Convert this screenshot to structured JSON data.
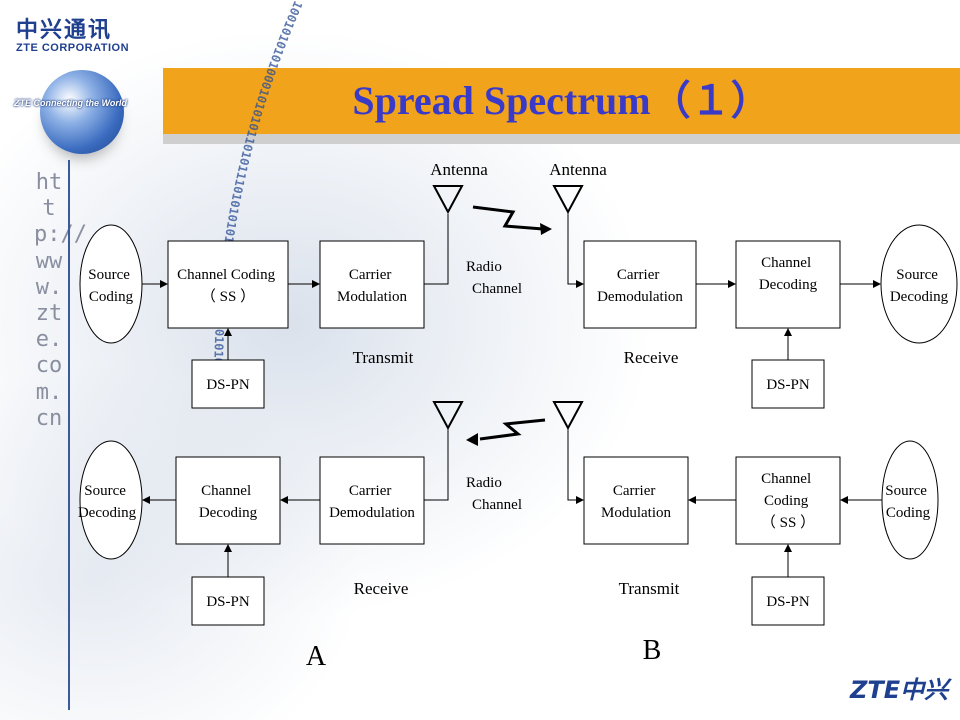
{
  "branding": {
    "logo_cn": "中兴通讯",
    "logo_en": "ZTE CORPORATION",
    "globe_tagline": "ZTE Connecting the World",
    "vertical_url": "http://www.zte.com.cn",
    "footer_logo": "ZTE中兴",
    "binary_arc": "1001010101000101010110101110101010100101001001101010"
  },
  "slide": {
    "title": "Spread Spectrum（１）"
  },
  "diagram": {
    "antenna_label": "Antenna",
    "radio_channel": [
      "Radio",
      "Channel"
    ],
    "top": {
      "left_ellipse": [
        "Source",
        "Coding"
      ],
      "box1": [
        "Channel Coding",
        "（ SS ）"
      ],
      "box2": [
        "Carrier",
        "Modulation"
      ],
      "box3": [
        "Carrier",
        "Demodulation"
      ],
      "box4": [
        "Channel",
        "Decoding"
      ],
      "right_ellipse": [
        "Source",
        "Decoding"
      ],
      "pn_left": "DS-PN",
      "pn_right": "DS-PN",
      "left_caption": "Transmit",
      "right_caption": "Receive"
    },
    "bottom": {
      "left_ellipse": [
        "Source",
        "Decoding"
      ],
      "box1": [
        "Channel",
        "Decoding"
      ],
      "box2": [
        "Carrier",
        "Demodulation"
      ],
      "box3": [
        "Carrier",
        "Modulation"
      ],
      "box4": [
        "Channel",
        "Coding",
        "（ SS ）"
      ],
      "right_ellipse": [
        "Source",
        "Coding"
      ],
      "pn_left": "DS-PN",
      "pn_right": "DS-PN",
      "left_caption": "Receive",
      "right_caption": "Transmit"
    },
    "label_a": "A",
    "label_b": "B"
  }
}
